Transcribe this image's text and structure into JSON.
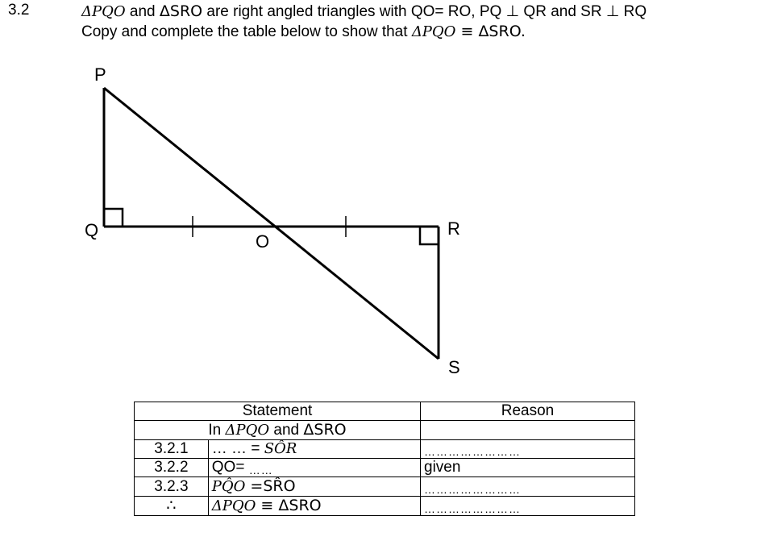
{
  "question": {
    "number": "3.2",
    "line1": {
      "tri1": "ΔPQO",
      "and1": " and ",
      "tri2": "ΔSRO",
      "text": " are right angled triangles with QO= RO, PQ ⊥ QR and SR ⊥ RQ"
    },
    "line2": {
      "text1": "Copy and complete the table below to show that ",
      "tri1": "ΔPQO",
      "sym": " ≡ ",
      "tri2": "ΔSRO."
    }
  },
  "diagram": {
    "labels": {
      "P": "P",
      "Q": "Q",
      "O": "O",
      "R": "R",
      "S": "S"
    }
  },
  "table": {
    "headers": {
      "statement": "Statement",
      "reason": "Reason"
    },
    "intro": {
      "prefix": "In ",
      "tri1": "ΔPQO",
      "and": " and ",
      "tri2": "ΔSRO"
    },
    "rows": [
      {
        "number": "3.2.1",
        "statement_blank": "… … = ",
        "statement_angle": "SÔR",
        "reason": "……………………"
      },
      {
        "number": "3.2.2",
        "statement_prefix": "QO= ",
        "statement_blank": "……",
        "reason": "given"
      },
      {
        "number": "3.2.3",
        "statement_angle": "PQ̂O",
        "statement_rest": " =SR̂O",
        "reason": "……………………"
      },
      {
        "number": "∴",
        "statement_tri1": "ΔPQO",
        "statement_sym": " ≡ ",
        "statement_tri2": "ΔSRO",
        "reason": "……………………"
      }
    ]
  }
}
